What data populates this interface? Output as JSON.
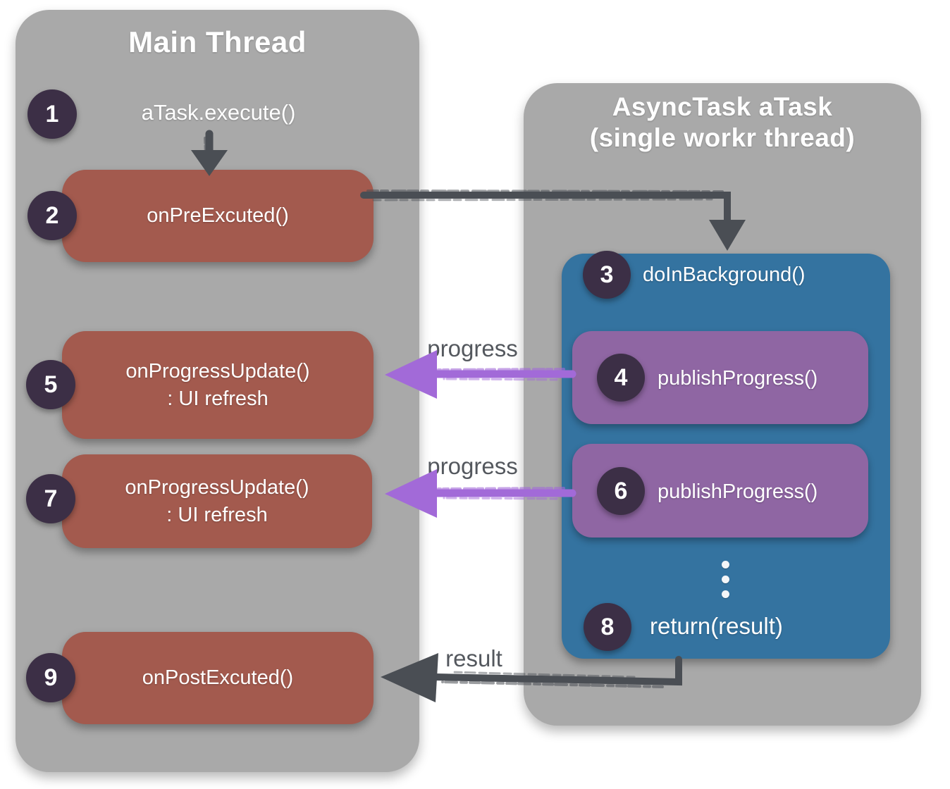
{
  "colors": {
    "panel_gray": "#a9a9a9",
    "box_red": "#a35a4e",
    "box_blue": "#3473a0",
    "box_purple": "#8f66a3",
    "circle_dark": "#3c2f46",
    "arrow_dark": "#4a4e54",
    "arrow_purple": "#a26ad8",
    "label_gray": "#54585e",
    "text_white": "#ffffff"
  },
  "main_thread": {
    "title": "Main Thread",
    "step1": {
      "num": "1",
      "label": "aTask.execute()"
    },
    "step2": {
      "num": "2",
      "label": "onPreExcuted()"
    },
    "step5": {
      "num": "5",
      "label": "onProgressUpdate()",
      "sublabel": ": UI refresh"
    },
    "step7": {
      "num": "7",
      "label": "onProgressUpdate()",
      "sublabel": ": UI refresh"
    },
    "step9": {
      "num": "9",
      "label": "onPostExcuted()"
    }
  },
  "async_task": {
    "title_line1": "AsyncTask aTask",
    "title_line2": "(single workr thread)",
    "step3": {
      "num": "3",
      "label": "doInBackground()"
    },
    "step4": {
      "num": "4",
      "label": "publishProgress()"
    },
    "step6": {
      "num": "6",
      "label": "publishProgress()"
    },
    "step8": {
      "num": "8",
      "label": "return(result)"
    }
  },
  "arrow_labels": {
    "progress_top": "progress",
    "progress_bottom": "progress",
    "result": "result"
  }
}
